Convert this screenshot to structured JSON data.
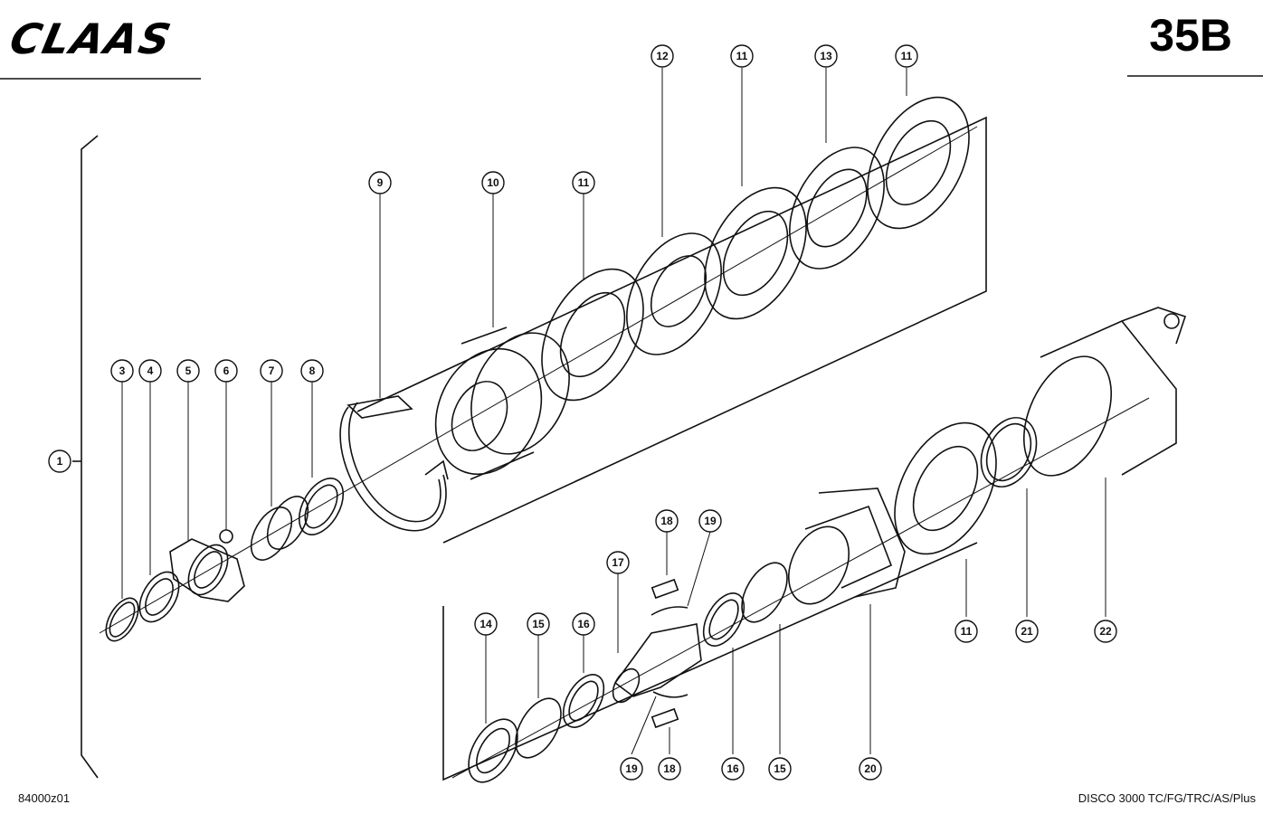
{
  "header": {
    "brand": "CLAAS",
    "page_number": "35B"
  },
  "footer": {
    "drawing_code": "84000z01",
    "model": "DISCO 3000 TC/FG/TRC/AS/Plus"
  },
  "callouts": {
    "c1": "1",
    "c3": "3",
    "c4": "4",
    "c5": "5",
    "c6": "6",
    "c7": "7",
    "c8": "8",
    "c9": "9",
    "c10": "10",
    "c11a": "11",
    "c11b": "11",
    "c11c": "11",
    "c11d": "11",
    "c12": "12",
    "c13": "13",
    "c14": "14",
    "c15a": "15",
    "c15b": "15",
    "c16a": "16",
    "c16b": "16",
    "c17": "17",
    "c18a": "18",
    "c18b": "18",
    "c19a": "19",
    "c19b": "19",
    "c20": "20",
    "c21": "21",
    "c22": "22"
  },
  "colors": {
    "ink": "#111111",
    "paper": "#ffffff",
    "speckle": "#555555"
  }
}
